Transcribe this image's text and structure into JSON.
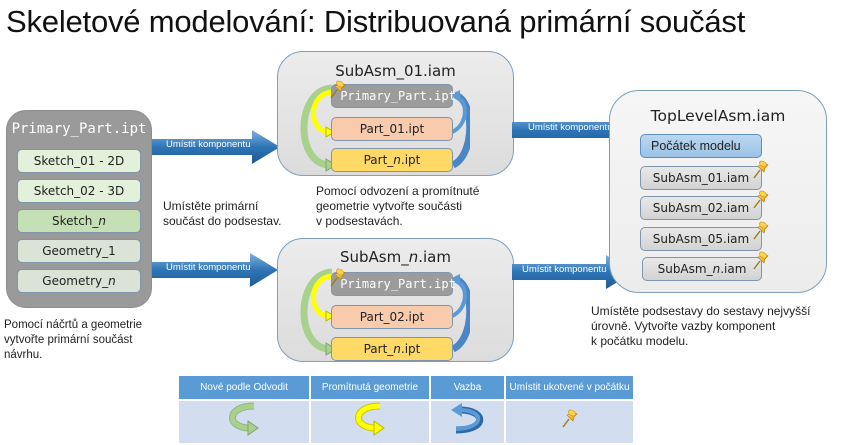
{
  "title": "Skeletové modelování: Distribuovaná primární součást",
  "primary_part": {
    "title": "Primary_Part.ipt",
    "items": [
      {
        "label": "Sketch_01 - 2D"
      },
      {
        "label": "Sketch_02 - 3D"
      },
      {
        "label": "Sketch_",
        "italic_suffix": "n"
      },
      {
        "label": "Geometry_1"
      },
      {
        "label": "Geometry_",
        "italic_suffix": "n"
      }
    ],
    "caption_lines": [
      "Pomocí náčrtů a geometrie",
      "vytvořte primární součást",
      "návrhu."
    ]
  },
  "arrows": {
    "place_component": "Umístit komponentu"
  },
  "mid_caption_lines": [
    "Umístěte primární",
    "součást do podsestav."
  ],
  "subasm_01": {
    "title": "SubAsm_01.iam",
    "primary": "Primary_Part.ipt",
    "part_a": "Part_01.ipt",
    "part_n_prefix": "Part_",
    "part_n_italic": "n",
    "part_n_suffix": ".ipt",
    "caption_lines": [
      "Pomocí odvození a promítnuté",
      "geometrie vytvořte součásti",
      "v podsestavách."
    ]
  },
  "subasm_n": {
    "title_prefix": "SubAsm_",
    "title_italic": "n",
    "title_suffix": ".iam",
    "primary": "Primary_Part.ipt",
    "part_a": "Part_02.ipt",
    "part_n_prefix": "Part_",
    "part_n_italic": "n",
    "part_n_suffix": ".ipt"
  },
  "top_level": {
    "title": "TopLevelAsm.iam",
    "origin": "Počátek modelu",
    "items": [
      {
        "prefix": "SubAsm_01.iam",
        "italic": "",
        "suffix": ""
      },
      {
        "prefix": "SubAsm_02.iam",
        "italic": "",
        "suffix": ""
      },
      {
        "prefix": "SubAsm_05.iam",
        "italic": "",
        "suffix": ""
      },
      {
        "prefix": "SubAsm_",
        "italic": "n",
        "suffix": ".iam"
      }
    ],
    "caption_lines": [
      "Umístěte podsestavy do sestavy nejvyšší",
      "úrovně. Vytvořte vazby komponent",
      "k počátku modelu."
    ]
  },
  "legend": {
    "headers": [
      "Nové podle Odvodit",
      "Promítnutá geometrie",
      "Vazba",
      "Umístit ukotvené v počátku"
    ],
    "icons": [
      "green-derive-arrow-icon",
      "yellow-projected-arrow-icon",
      "blue-constraint-arrow-icon",
      "pushpin-icon"
    ]
  },
  "colors": {
    "arrow_blue": "#2e75b6",
    "legend_header": "#5b9bd5",
    "legend_cell": "#d2deef",
    "green_arrow": "#a9d18e",
    "yellow_arrow": "#ffff00",
    "blue_arrow": "#5b9bd5",
    "pin": "#f4b400"
  }
}
